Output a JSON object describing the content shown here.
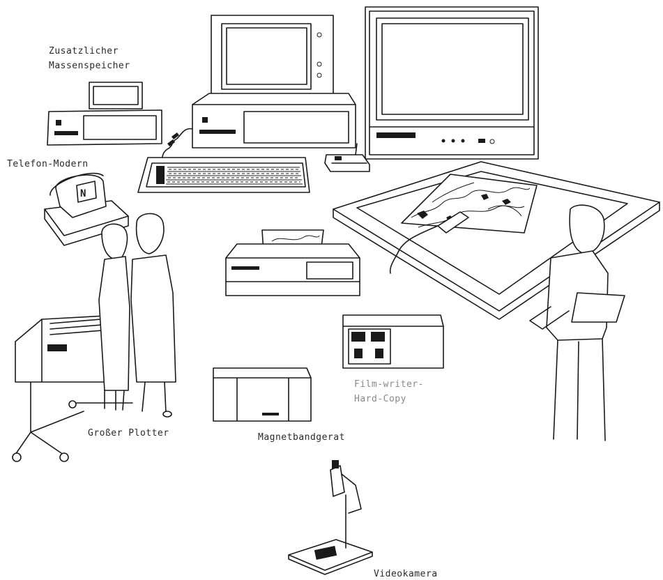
{
  "labels": {
    "extra_storage_line1": "Zusatzlicher",
    "extra_storage_line2": "Massenspeicher",
    "phone_modem": "Telefon-Modern",
    "large_plotter": "Großer Plotter",
    "tape_drive": "Magnetbandgerat",
    "film_writer_line1": "Film-writer-",
    "film_writer_line2": "Hard-Copy",
    "video_camera": "Videokamera"
  }
}
